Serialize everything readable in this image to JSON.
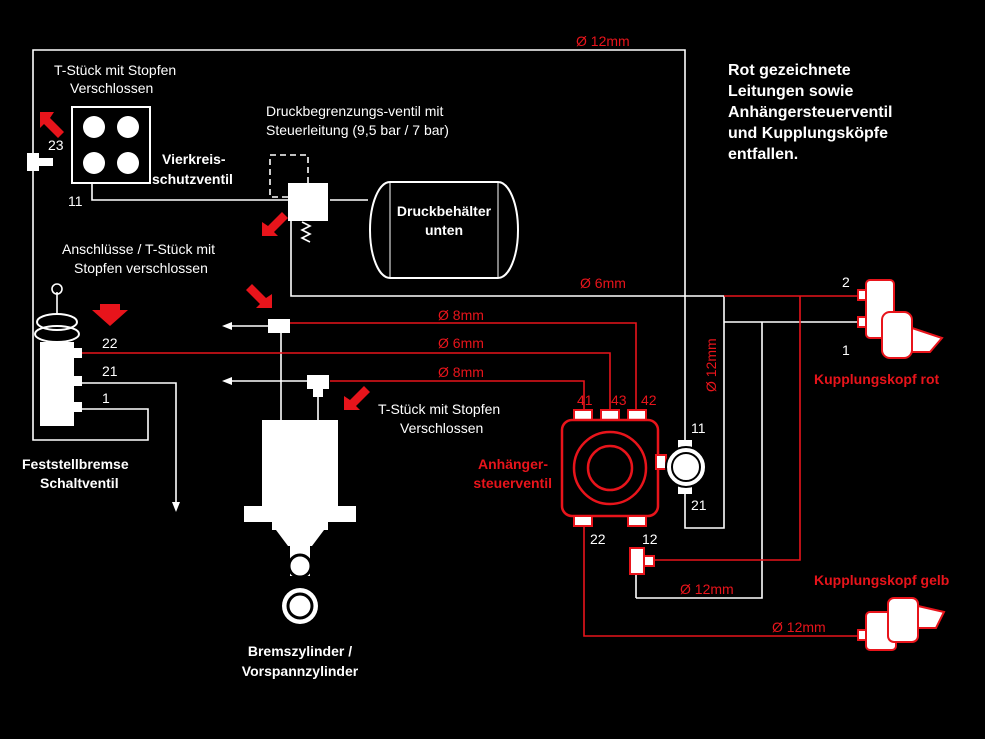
{
  "note": {
    "lines": [
      "Rot gezeichnete",
      "Leitungen sowie",
      "Anhängersteuerventil",
      "und Kupplungsköpfe",
      "entfallen."
    ]
  },
  "labels": {
    "t_stueck_top_1": "T-Stück mit Stopfen",
    "t_stueck_top_2": "Verschlossen",
    "druckbegrenzung_1": "Druckbegrenzungs-ventil mit",
    "druckbegrenzung_2": "Steuerleitung (9,5 bar / 7 bar)",
    "vierkreis_1": "Vierkreis-",
    "vierkreis_2": "schutzventil",
    "druckbehaelter_1": "Druckbehälter",
    "druckbehaelter_2": "unten",
    "anschluesse_1": "Anschlüsse / T-Stück mit",
    "anschluesse_2": "Stopfen verschlossen",
    "t_stueck_mid_1": "T-Stück mit Stopfen",
    "t_stueck_mid_2": "Verschlossen",
    "feststell_1": "Feststellbremse",
    "feststell_2": "Schaltventil",
    "bremszyl_1": "Bremszylinder /",
    "bremszyl_2": "Vorspannzylinder",
    "anhaenger_1": "Anhänger-",
    "anhaenger_2": "steuerventil",
    "kupplung_rot": "Kupplungskopf rot",
    "kupplung_gelb": "Kupplungskopf gelb"
  },
  "ports": {
    "p23": "23",
    "p11": "11",
    "p22": "22",
    "p21": "21",
    "p1": "1",
    "p41": "41",
    "p43": "43",
    "p42": "42",
    "v11": "11",
    "v21": "21",
    "v22": "22",
    "v12": "12",
    "k2": "2",
    "k1": "1"
  },
  "pipes": {
    "d12_top": "Ø 12mm",
    "d6_right": "Ø 6mm",
    "d8_a": "Ø 8mm",
    "d6_b": "Ø 6mm",
    "d8_c": "Ø 8mm",
    "d12_vert": "Ø 12mm",
    "d12_mid": "Ø 12mm",
    "d12_bottom": "Ø 12mm"
  },
  "colors": {
    "white": "#ffffff",
    "red": "#e8141b",
    "background": "#000000"
  }
}
